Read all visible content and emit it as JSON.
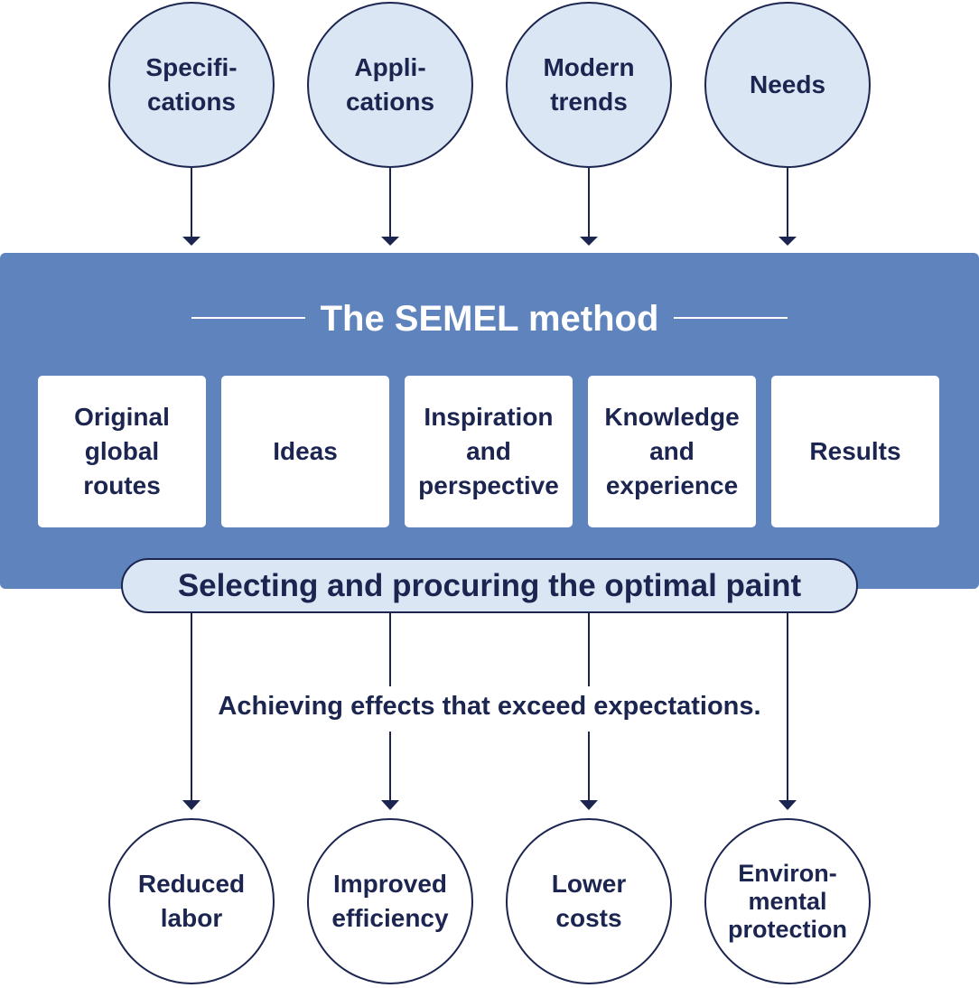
{
  "inputs": [
    {
      "label": "Specifi-\ncations"
    },
    {
      "label": "Appli-\ncations"
    },
    {
      "label": "Modern\ntrends"
    },
    {
      "label": "Needs"
    }
  ],
  "method": {
    "title": "The SEMEL method",
    "steps": [
      {
        "label": "Original\nglobal\nroutes"
      },
      {
        "label": "Ideas"
      },
      {
        "label": "Inspiration\nand\nperspective"
      },
      {
        "label": "Knowledge\nand\nexperience"
      },
      {
        "label": "Results"
      }
    ]
  },
  "process": {
    "label": "Selecting and procuring the optimal paint"
  },
  "caption": "Achieving effects that exceed expectations.",
  "outcomes": [
    {
      "label": "Reduced\nlabor"
    },
    {
      "label": "Improved\nefficiency"
    },
    {
      "label": "Lower\ncosts"
    },
    {
      "label": "Environ-\nmental\nprotection"
    }
  ],
  "colors": {
    "navy": "#1b2550",
    "panel_blue": "#5f83bc",
    "light_blue": "#dae6f4",
    "white": "#ffffff"
  }
}
